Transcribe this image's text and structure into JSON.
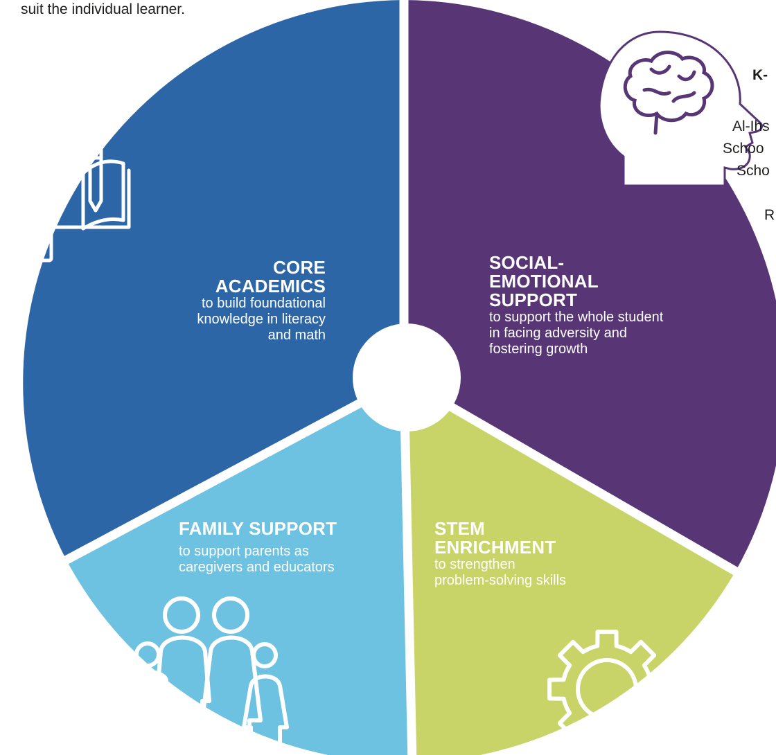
{
  "intro_line": "suit the individual learner.",
  "right_panel": {
    "heading": "K-",
    "lines": [
      "Al-Ihs",
      "Schoo",
      "Scho",
      "R"
    ]
  },
  "segments": [
    {
      "id": "core",
      "title": [
        "CORE",
        "ACADEMICS"
      ],
      "text": [
        "to build foundational",
        "knowledge in literacy",
        "and math"
      ],
      "color": "#2d66a7",
      "icon": "book-calculator-icon"
    },
    {
      "id": "sel",
      "title": [
        "SOCIAL-",
        "EMOTIONAL",
        "SUPPORT"
      ],
      "text": [
        "to support the whole student",
        "in facing adversity and",
        "fostering growth"
      ],
      "color": "#583675",
      "icon": "brain-head-icon"
    },
    {
      "id": "stem",
      "title": [
        "STEM",
        "ENRICHMENT"
      ],
      "text": [
        "to strengthen",
        "problem-solving skills"
      ],
      "color": "#c9d468",
      "icon": "gear-icon"
    },
    {
      "id": "family",
      "title": [
        "FAMILY SUPPORT"
      ],
      "text": [
        "to support parents as",
        "caregivers and educators"
      ],
      "color": "#6cc2e0",
      "icon": "family-icon"
    }
  ]
}
